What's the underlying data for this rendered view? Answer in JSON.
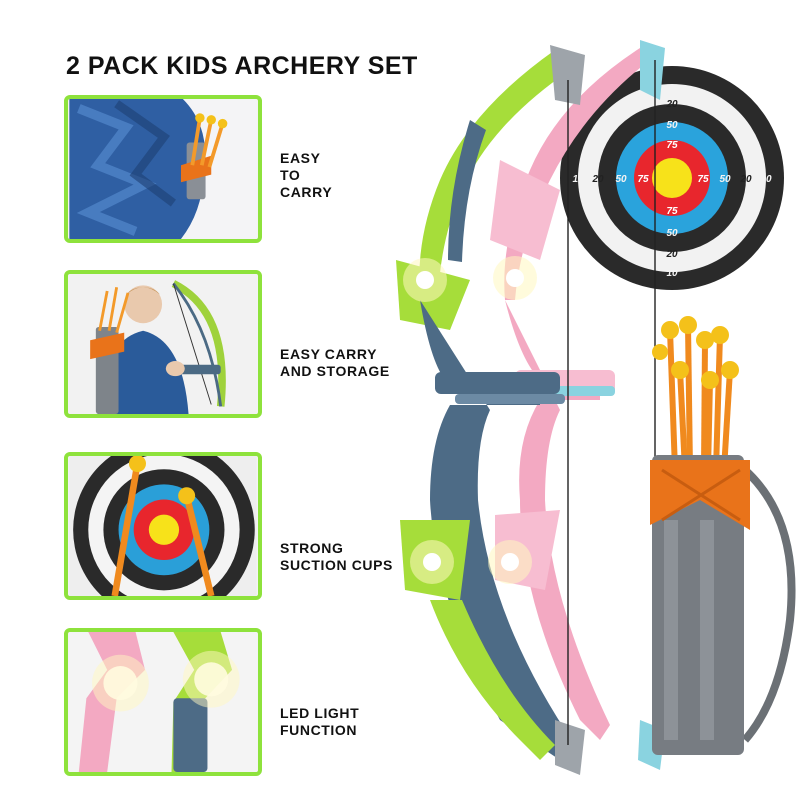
{
  "title": "2 PACK KIDS ARCHERY SET",
  "features": [
    {
      "lines": [
        "EASY",
        "TO",
        "CARRY"
      ]
    },
    {
      "lines": [
        "EASY CARRY",
        "AND STORAGE"
      ]
    },
    {
      "lines": [
        "STRONG",
        "SUCTION CUPS"
      ]
    },
    {
      "lines": [
        "LED LIGHT",
        "FUNCTION"
      ]
    }
  ],
  "target_scores": {
    "outer": "10",
    "ring2": "20",
    "ring3": "50",
    "center": "75"
  },
  "colors": {
    "panel_border": "#8ee23c",
    "bow_green": "#a6dd3a",
    "bow_blue": "#4d6b86",
    "bow_pink": "#f3a9c2",
    "arrow_orange": "#f08a1e",
    "arrow_tip": "#f4c11a",
    "quiver_gray": "#777c82"
  }
}
